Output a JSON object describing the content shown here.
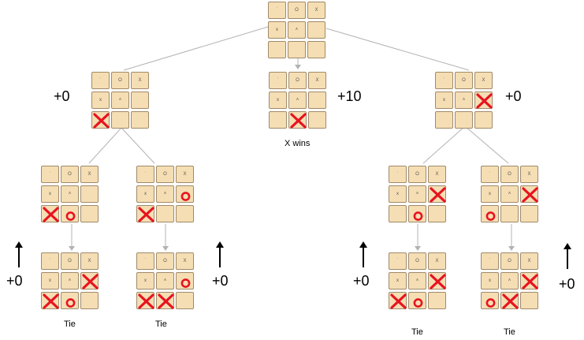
{
  "colors": {
    "cell_fill": "#f5deb3",
    "cell_border": "#a08a6a",
    "mark": "#e8131f",
    "edge": "#b3b3b3",
    "text": "#000000"
  },
  "boards": {
    "root": {
      "cells": [
        "small",
        "small",
        "small",
        "small",
        "small",
        "",
        "",
        "",
        ""
      ]
    },
    "b1": {
      "cells": [
        "small",
        "small",
        "small",
        "small",
        "small",
        "",
        "X",
        "",
        ""
      ]
    },
    "b2": {
      "cells": [
        "small",
        "small",
        "small",
        "small",
        "small",
        "",
        "",
        "X",
        ""
      ]
    },
    "b3": {
      "cells": [
        "small",
        "small",
        "small",
        "small",
        "small",
        "X",
        "",
        "",
        ""
      ]
    },
    "b4": {
      "cells": [
        "small",
        "small",
        "small",
        "small",
        "small",
        "",
        "X",
        "O",
        ""
      ]
    },
    "b5": {
      "cells": [
        "small",
        "small",
        "small",
        "small",
        "small",
        "O",
        "X",
        "",
        ""
      ]
    },
    "b6": {
      "cells": [
        "small",
        "small",
        "small",
        "small",
        "small",
        "X",
        "",
        "O",
        ""
      ]
    },
    "b7": {
      "cells": [
        "small",
        "small",
        "small",
        "small",
        "small",
        "X",
        "O",
        "",
        ""
      ]
    },
    "b8": {
      "cells": [
        "small",
        "small",
        "small",
        "small",
        "small",
        "X",
        "X",
        "O",
        ""
      ]
    },
    "b9": {
      "cells": [
        "small",
        "small",
        "small",
        "small",
        "small",
        "O",
        "X",
        "X",
        ""
      ]
    },
    "b10": {
      "cells": [
        "small",
        "small",
        "small",
        "small",
        "small",
        "X",
        "X",
        "O",
        ""
      ]
    },
    "b11": {
      "cells": [
        "small",
        "small",
        "small",
        "small",
        "small",
        "X",
        "O",
        "X",
        ""
      ]
    }
  },
  "scores": {
    "b1": "+0",
    "b2": "+10",
    "b3": "+0",
    "l1": "+0",
    "l2": "+0",
    "l3": "+0",
    "l4": "+0"
  },
  "captions": {
    "b2": "X wins",
    "b8": "Tie",
    "b9": "Tie",
    "b10": "Tie",
    "b11": "Tie"
  }
}
